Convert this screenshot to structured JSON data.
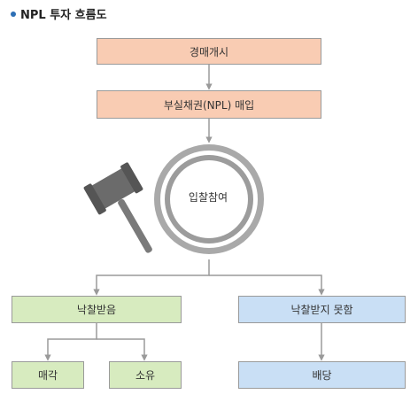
{
  "title": "NPL 투자 흐름도",
  "colors": {
    "bullet": "#2d6fb5",
    "peach": "#f9ccb3",
    "green": "#d7ebbf",
    "blue": "#c9dff5",
    "line": "#9a9a9a",
    "ring": "#a9a9a9",
    "gavel": "#6b6b6b"
  },
  "nodes": {
    "auction_start": "경매개시",
    "npl_purchase": "부실채권(NPL) 매입",
    "bid_participation": "입찰참여",
    "won_bid": "낙찰받음",
    "lost_bid": "낙찰받지 못함",
    "sale": "매각",
    "ownership": "소유",
    "dividend": "배당"
  },
  "icons": {
    "decoration": "gavel-icon"
  }
}
